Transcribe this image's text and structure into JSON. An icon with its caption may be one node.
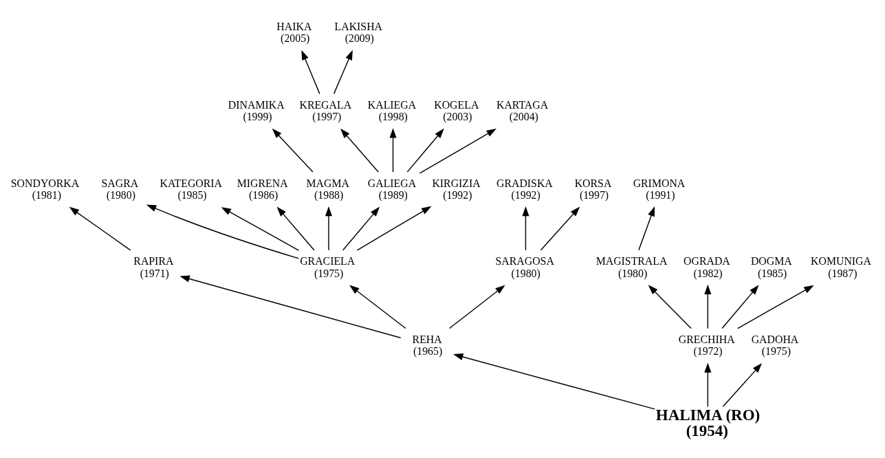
{
  "diagram": {
    "nodes": [
      {
        "text": [
          "HALIMA (RO)",
          "(1954)"
        ]
      },
      {
        "text": [
          "REHA",
          "(1965)"
        ]
      },
      {
        "text": [
          "GRECHIHA",
          "(1972)"
        ]
      },
      {
        "text": [
          "GADOHA",
          "(1975)"
        ]
      },
      {
        "text": [
          "RAPIRA",
          "(1971)"
        ]
      },
      {
        "text": [
          "GRACIELA",
          "(1975)"
        ]
      },
      {
        "text": [
          "SARAGOSA",
          "(1980)"
        ]
      },
      {
        "text": [
          "MAGISTRALA",
          "(1980)"
        ]
      },
      {
        "text": [
          "OGRADA",
          "(1982)"
        ]
      },
      {
        "text": [
          "DOGMA",
          "(1985)"
        ]
      },
      {
        "text": [
          "KOMUNIGA",
          "(1987)"
        ]
      },
      {
        "text": [
          "SONDYORKA",
          "(1981)"
        ]
      },
      {
        "text": [
          "SAGRA",
          "(1980)"
        ]
      },
      {
        "text": [
          "KATEGORIA",
          "(1985)"
        ]
      },
      {
        "text": [
          "MIGRENA",
          "(1986)"
        ]
      },
      {
        "text": [
          "MAGMA",
          "(1988)"
        ]
      },
      {
        "text": [
          "GALIEGA",
          "(1989)"
        ]
      },
      {
        "text": [
          "KIRGIZIA",
          "(1992)"
        ]
      },
      {
        "text": [
          "GRADISKA",
          "(1992)"
        ]
      },
      {
        "text": [
          "KORSA",
          "(1997)"
        ]
      },
      {
        "text": [
          "GRIMONA",
          "(1991)"
        ]
      },
      {
        "text": [
          "DINAMIKA",
          "(1999)"
        ]
      },
      {
        "text": [
          "KREGALA",
          "(1997)"
        ]
      },
      {
        "text": [
          "KALIEGA",
          "(1998)"
        ]
      },
      {
        "text": [
          "KOGELA",
          "(2003)"
        ]
      },
      {
        "text": [
          "KARTAGA",
          "(2004)"
        ]
      },
      {
        "text": [
          "HAIKA",
          "(2005)"
        ]
      },
      {
        "text": [
          "LAKISHA",
          "(2009)"
        ]
      }
    ],
    "edges": [
      {
        "from": 0,
        "to": 1,
        "arrow": "to"
      },
      {
        "from": 0,
        "to": 2,
        "arrow": "to"
      },
      {
        "from": 0,
        "to": 3,
        "arrow": "to"
      },
      {
        "from": 1,
        "to": 4,
        "arrow": "to"
      },
      {
        "from": 1,
        "to": 5,
        "arrow": "to"
      },
      {
        "from": 1,
        "to": 6,
        "arrow": "to"
      },
      {
        "from": 2,
        "to": 7,
        "arrow": "to"
      },
      {
        "from": 2,
        "to": 8,
        "arrow": "to"
      },
      {
        "from": 2,
        "to": 9,
        "arrow": "to"
      },
      {
        "from": 2,
        "to": 10,
        "arrow": "to"
      },
      {
        "from": 4,
        "to": 11,
        "arrow": "to"
      },
      {
        "from": 5,
        "to": 12,
        "arrow": "to"
      },
      {
        "from": 5,
        "to": 13,
        "arrow": "to"
      },
      {
        "from": 5,
        "to": 14,
        "arrow": "to"
      },
      {
        "from": 5,
        "to": 15,
        "arrow": "to"
      },
      {
        "from": 5,
        "to": 16,
        "arrow": "to"
      },
      {
        "from": 5,
        "to": 17,
        "arrow": "to"
      },
      {
        "from": 6,
        "to": 18,
        "arrow": "to"
      },
      {
        "from": 6,
        "to": 19,
        "arrow": "to"
      },
      {
        "from": 7,
        "to": 20,
        "arrow": "to"
      },
      {
        "from": 15,
        "to": 21,
        "arrow": "to"
      },
      {
        "from": 16,
        "to": 22,
        "arrow": "to"
      },
      {
        "from": 16,
        "to": 23,
        "arrow": "to"
      },
      {
        "from": 16,
        "to": 24,
        "arrow": "to"
      },
      {
        "from": 16,
        "to": 25,
        "arrow": "to"
      },
      {
        "from": 22,
        "to": 26,
        "arrow": "to"
      },
      {
        "from": 22,
        "to": 27,
        "arrow": "to"
      }
    ]
  }
}
